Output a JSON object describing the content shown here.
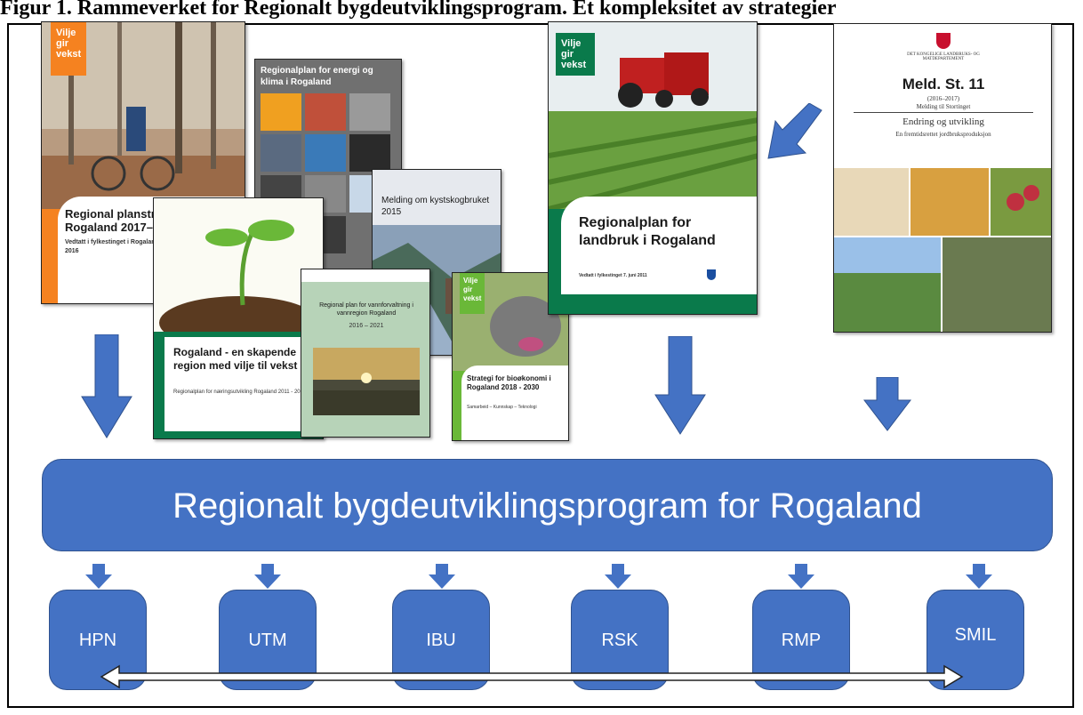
{
  "figure": {
    "title": "Figur 1. Rammeverket for Regionalt bygdeutviklingsprogram. Et kompleksitet av strategier"
  },
  "documents": {
    "planstrategi": {
      "badge": "Vilje gir vekst",
      "title": "Regional planstrategi Rogaland 2017–2020",
      "subtitle": "Vedtatt i fylkestinget i Rogaland 26. april 2016"
    },
    "energi": {
      "title": "Regionalplan for energi og klima i Rogaland"
    },
    "kystskog": {
      "title": "Melding om kystskogbruket 2015"
    },
    "skapende": {
      "title": "Rogaland - en skapende region med vilje til vekst",
      "subtitle": "Regionalplan for næringsutvikling Rogaland 2011 - 2020"
    },
    "vann": {
      "title": "Regional plan for vannforvaltning i vannregion Rogaland",
      "years": "2016 – 2021"
    },
    "bio": {
      "badge": "Vilje gir vekst",
      "title": "Strategi for bioøkonomi i Rogaland 2018 - 2030",
      "subtitle": "Samarbeid – Kunnskap – Teknologi"
    },
    "landbruk": {
      "badge": "Vilje gir vekst",
      "title": "Regionalplan for landbruk i Rogaland",
      "subtitle": "Vedtatt i fylkestinget 7. juni 2011"
    },
    "meld": {
      "ministry": "DET KONGELIGE LANDBRUKS- OG MATDEPARTEMENT",
      "title": "Meld. St. 11",
      "years": "(2016–2017)",
      "kind": "Melding til Stortinget",
      "heading": "Endring og utvikling",
      "subheading": "En fremtidsrettet jordbruksproduksjon"
    }
  },
  "banner": {
    "label": "Regionalt bygdeutviklingsprogram for Rogaland"
  },
  "programs": [
    {
      "label": "HPN"
    },
    {
      "label": "UTM"
    },
    {
      "label": "IBU"
    },
    {
      "label": "RSK"
    },
    {
      "label": "RMP"
    },
    {
      "label": "SMIL"
    }
  ],
  "colors": {
    "accent": "#4472c4",
    "accent_border": "#2f528f",
    "rogaland_orange": "#f58220",
    "rogaland_green": "#0a7a4b"
  },
  "icons": [
    "arrow-down-icon",
    "arrow-diagonal-icon",
    "double-arrow-icon",
    "coat-of-arms-icon"
  ]
}
